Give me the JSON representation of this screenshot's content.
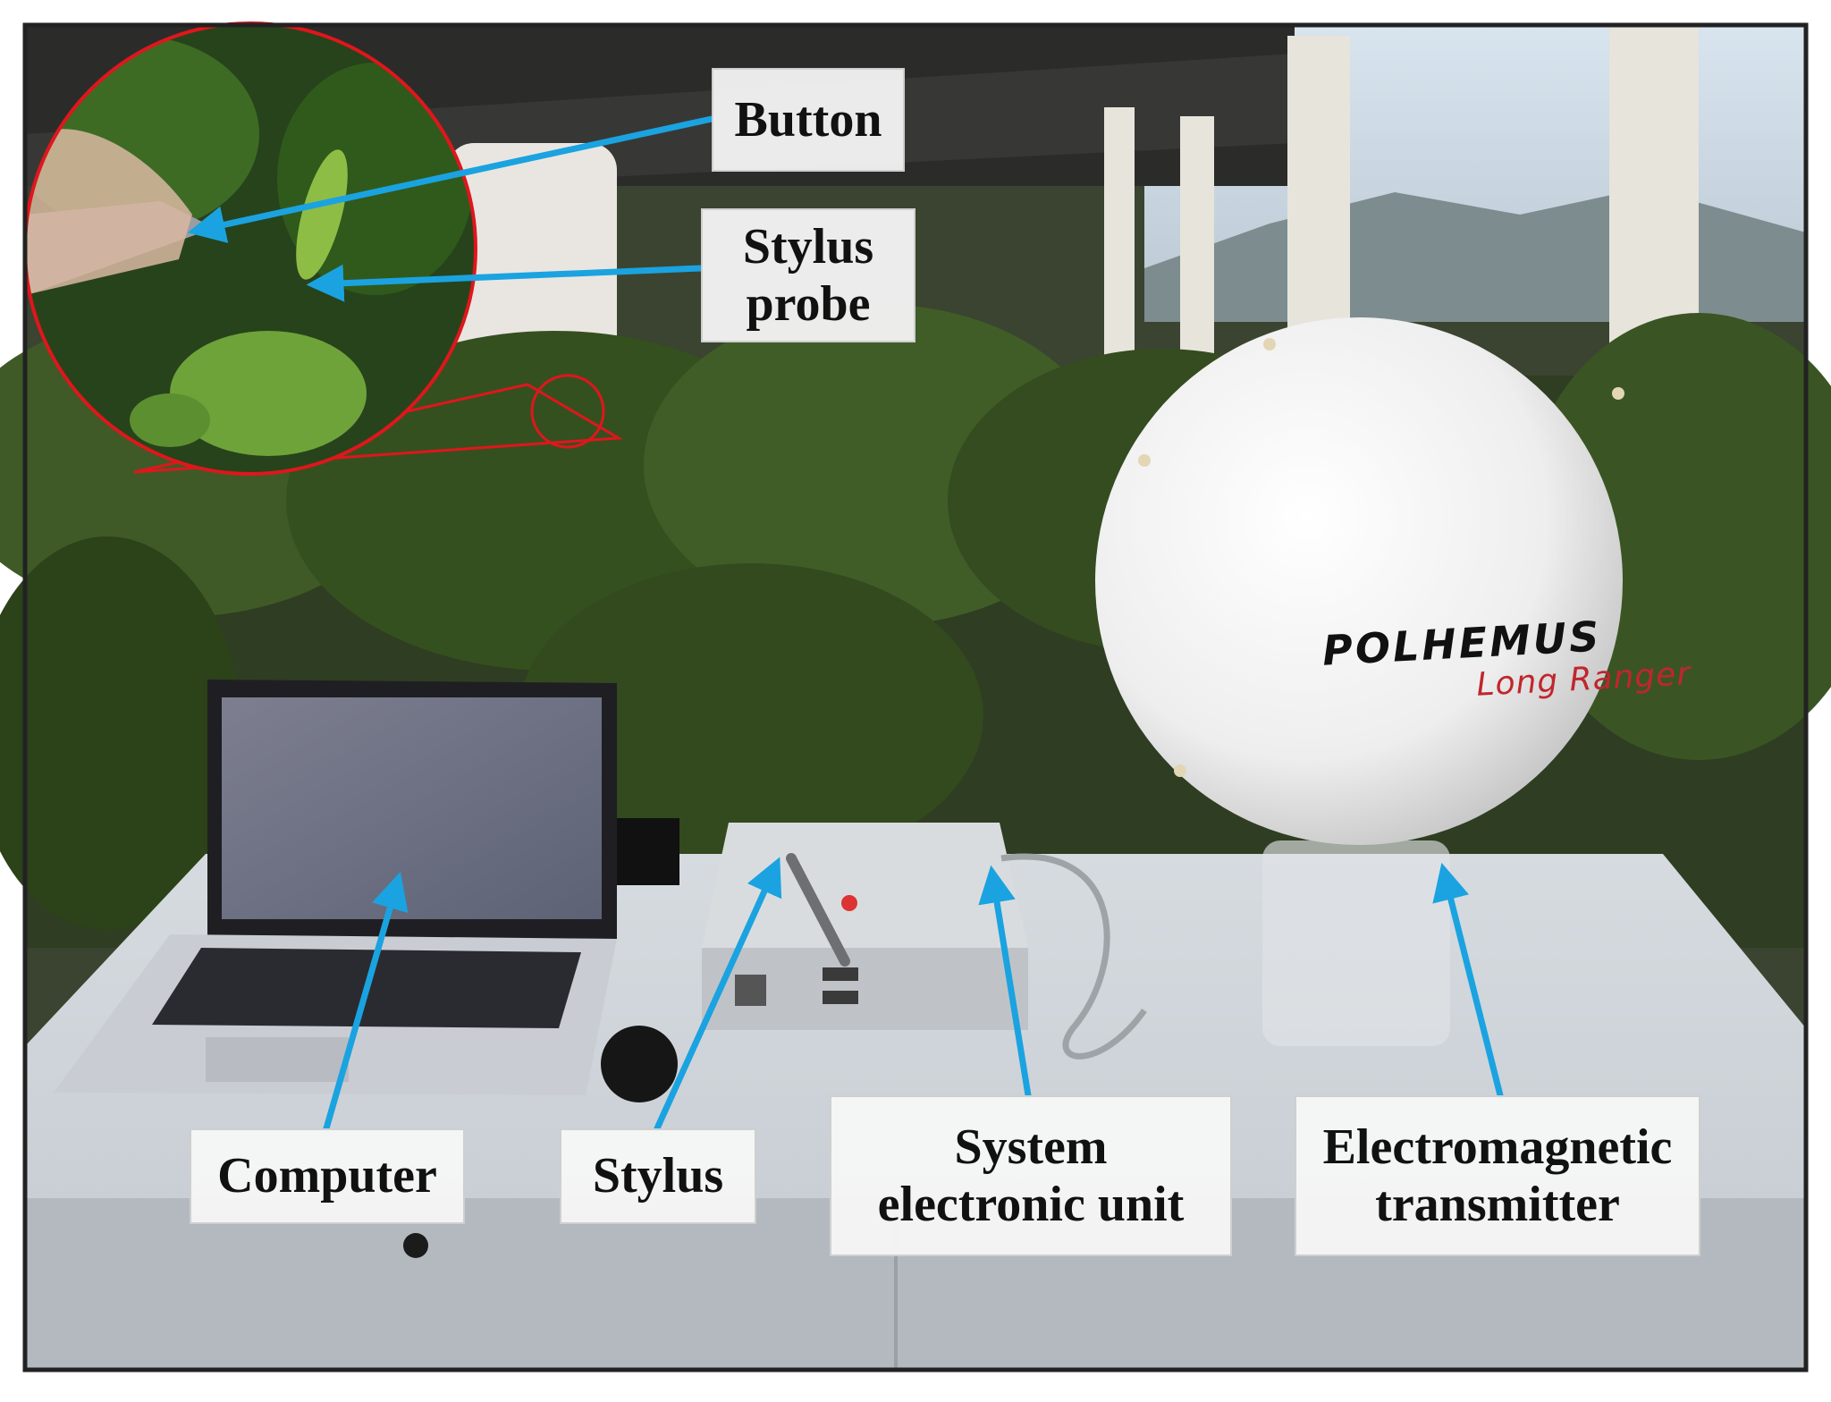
{
  "labels": {
    "button": "Button",
    "stylus_probe_line1": "Stylus",
    "stylus_probe_line2": "probe",
    "computer": "Computer",
    "stylus": "Stylus",
    "system_unit_line1": "System",
    "system_unit_line2": "electronic unit",
    "transmitter_line1": "Electromagnetic",
    "transmitter_line2": "transmitter"
  },
  "device_brand": {
    "name": "POLHEMUS",
    "model": "Long Ranger"
  },
  "colors": {
    "arrow": "#1aa3e0",
    "inset_outline": "#e0161c",
    "frame": "#222222",
    "brand_red": "#c0262d"
  }
}
